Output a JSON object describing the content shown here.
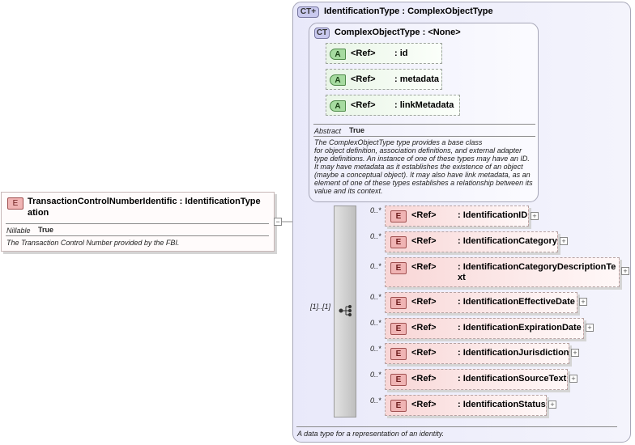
{
  "complex_type": {
    "badge": "CT+",
    "title": "IdentificationType : ComplexObjectType",
    "footer_note": "A data type for a representation of an identity."
  },
  "base_type": {
    "badge": "CT",
    "title": "ComplexObjectType : <None>",
    "abstract_label": "Abstract",
    "abstract_value": "True",
    "note": [
      "The ComplexObjectType type provides a base class",
      "for object definition, association definitions, and external adapter",
      "type definitions. An instance of one of these types may have an ID.",
      "It may have metadata as it establishes the existence of an object",
      "(maybe a conceptual object). It may also have link metadata, as an",
      "element of one of these types establishes a relationship between its",
      "value and its context."
    ],
    "attributes": [
      {
        "badge": "A",
        "ref": "<Ref>",
        "name": ": id"
      },
      {
        "badge": "A",
        "ref": "<Ref>",
        "name": ": metadata"
      },
      {
        "badge": "A",
        "ref": "<Ref>",
        "name": ": linkMetadata"
      }
    ]
  },
  "root_element": {
    "badge": "E",
    "title_line1": "TransactionControlNumberIdentific : IdentificationType",
    "title_line2": "ation",
    "nillable_label": "Nillable",
    "nillable_value": "True",
    "note": "The Transaction Control Number provided by the FBI.",
    "collapse_glyph": "−"
  },
  "sequence": {
    "occurrence": "[1]..[1]",
    "icon": "sequence-icon"
  },
  "elements": [
    {
      "badge": "E",
      "ref": "<Ref>",
      "name": ": IdentificationID",
      "occ": "0..*"
    },
    {
      "badge": "E",
      "ref": "<Ref>",
      "name": ": IdentificationCategory",
      "occ": "0..*"
    },
    {
      "badge": "E",
      "ref": "<Ref>",
      "name": ": IdentificationCategoryDescriptionTe",
      "name2": "xt",
      "occ": "0..*"
    },
    {
      "badge": "E",
      "ref": "<Ref>",
      "name": ": IdentificationEffectiveDate",
      "occ": "0..*"
    },
    {
      "badge": "E",
      "ref": "<Ref>",
      "name": ": IdentificationExpirationDate",
      "occ": "0..*"
    },
    {
      "badge": "E",
      "ref": "<Ref>",
      "name": ": IdentificationJurisdiction",
      "occ": "0..*"
    },
    {
      "badge": "E",
      "ref": "<Ref>",
      "name": ": IdentificationSourceText",
      "occ": "0..*"
    },
    {
      "badge": "E",
      "ref": "<Ref>",
      "name": ": IdentificationStatus",
      "occ": "0..*"
    }
  ],
  "expand_glyph": "+"
}
